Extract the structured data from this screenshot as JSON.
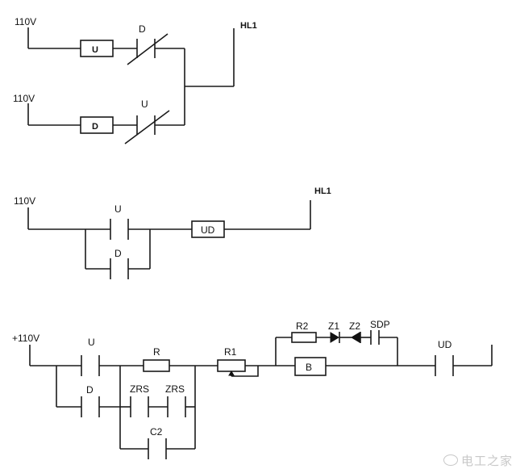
{
  "circuit1": {
    "supply_top": "110V",
    "supply_bottom": "110V",
    "relay_top": "U",
    "relay_bottom": "D",
    "contact_top": "D",
    "contact_bottom": "U",
    "lamp": "HL1"
  },
  "circuit2": {
    "supply": "110V",
    "contact_top": "U",
    "contact_bottom": "D",
    "relay": "UD",
    "lamp": "HL1"
  },
  "circuit3": {
    "supply": "+110V",
    "contact_u": "U",
    "contact_d": "D",
    "resistor_r": "R",
    "zrs_1": "ZRS",
    "zrs_2": "ZRS",
    "capacitor": "C2",
    "resistor_r1": "R1",
    "resistor_r2": "R2",
    "diode_z1": "Z1",
    "diode_z2": "Z2",
    "contact_sdp": "SDP",
    "relay_b": "B",
    "contact_ud": "UD"
  },
  "watermark": "电工之家"
}
